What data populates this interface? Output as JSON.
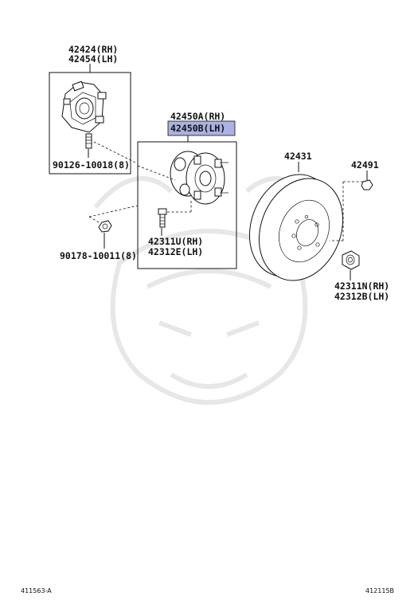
{
  "labels": {
    "knuckle_rh": "42424(RH)",
    "knuckle_lh": "42454(LH)",
    "stud_knuckle": "90126-10018(8)",
    "hub_rh": "42450A(RH)",
    "hub_lh": "42450B(LH)",
    "hub_bolt_rh": "42311U(RH)",
    "hub_bolt_lh": "42312E(LH)",
    "nut_left": "90178-10011(8)",
    "disc": "42431",
    "plug": "42491",
    "hub_nut_rh": "42311N(RH)",
    "hub_nut_lh": "42312B(LH)"
  },
  "footer": {
    "left_code": "411563-A",
    "right_code": "412115B"
  },
  "highlight_color": "#a9b2e2"
}
